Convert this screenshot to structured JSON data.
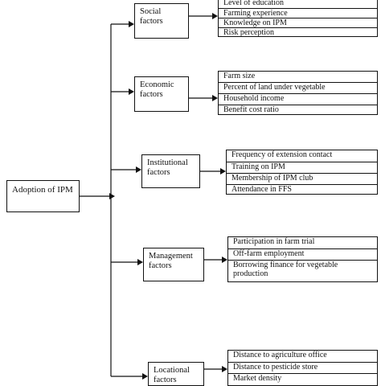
{
  "root": {
    "label": "Adoption of IPM"
  },
  "categories": [
    {
      "label": "Social factors",
      "factors": [
        "Level of education",
        "Farming experience",
        "Knowledge on IPM",
        "Risk perception"
      ]
    },
    {
      "label": "Economic factors",
      "factors": [
        "Farm size",
        "Percent of land under vegetable",
        "Household income",
        "Benefit cost ratio"
      ]
    },
    {
      "label": "Institutional factors",
      "factors": [
        "Frequency of extension contact",
        "Training on IPM",
        "Membership of IPM club",
        "Attendance in FFS"
      ]
    },
    {
      "label": "Management factors",
      "factors": [
        "Participation in farm trial",
        "Off-farm employment",
        "Borrowing finance for vegetable production"
      ]
    },
    {
      "label": "Locational factors",
      "factors": [
        "Distance to agriculture office",
        "Distance to pesticide store",
        "Market density"
      ]
    }
  ]
}
